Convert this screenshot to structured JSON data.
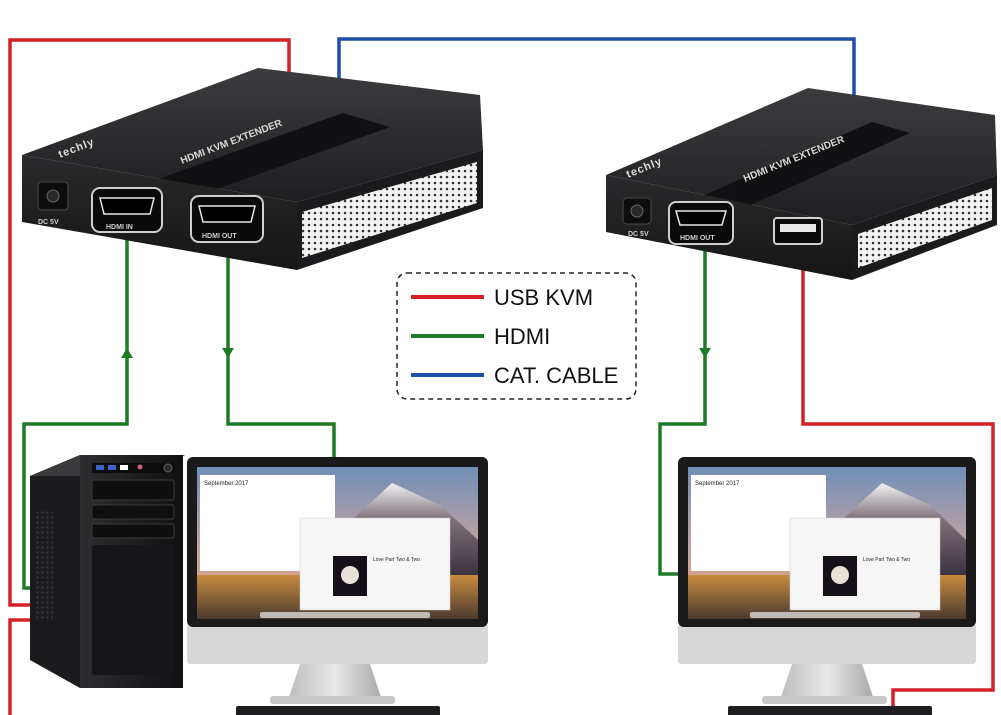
{
  "legend": {
    "items": [
      {
        "label": "USB KVM",
        "color": "#d42026"
      },
      {
        "label": "HDMI",
        "color": "#1f7a26"
      },
      {
        "label": "CAT. CABLE",
        "color": "#1d4fa8"
      }
    ]
  },
  "transmitter": {
    "brand": "techly",
    "title": "HDMI KVM EXTENDER",
    "dc_label": "DC 5V",
    "hdmi_in_label": "HDMI IN",
    "hdmi_out_label": "HDMI OUT"
  },
  "receiver": {
    "brand": "techly",
    "title": "HDMI KVM EXTENDER",
    "dc_label": "DC 5V",
    "hdmi_out_label": "HDMI OUT"
  },
  "screen": {
    "calendar_title": "September 2017",
    "album_title": "Love Part Two & Two"
  },
  "colors": {
    "usb": "#d42026",
    "hdmi": "#1f7a26",
    "cat": "#1d4fa8",
    "device_body": "#2b2b2d"
  }
}
